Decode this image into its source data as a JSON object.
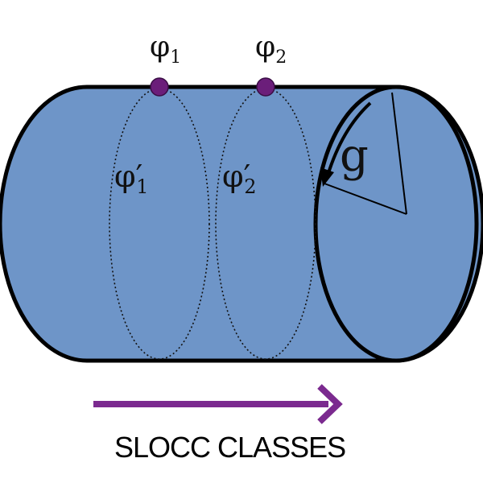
{
  "diagram": {
    "labels": {
      "phi1": {
        "symbol": "φ",
        "subscript": "1"
      },
      "phi2": {
        "symbol": "φ",
        "subscript": "2"
      },
      "phi1_prime": {
        "symbol": "φ′",
        "subscript": "1"
      },
      "phi2_prime": {
        "symbol": "φ′",
        "subscript": "2"
      },
      "g": "g"
    },
    "caption": "SLOCC CLASSES",
    "colors": {
      "cylinder_fill": "#6e95c8",
      "outline": "#000000",
      "point": "#6b1e7a",
      "arrow": "#7b2a8f"
    }
  }
}
